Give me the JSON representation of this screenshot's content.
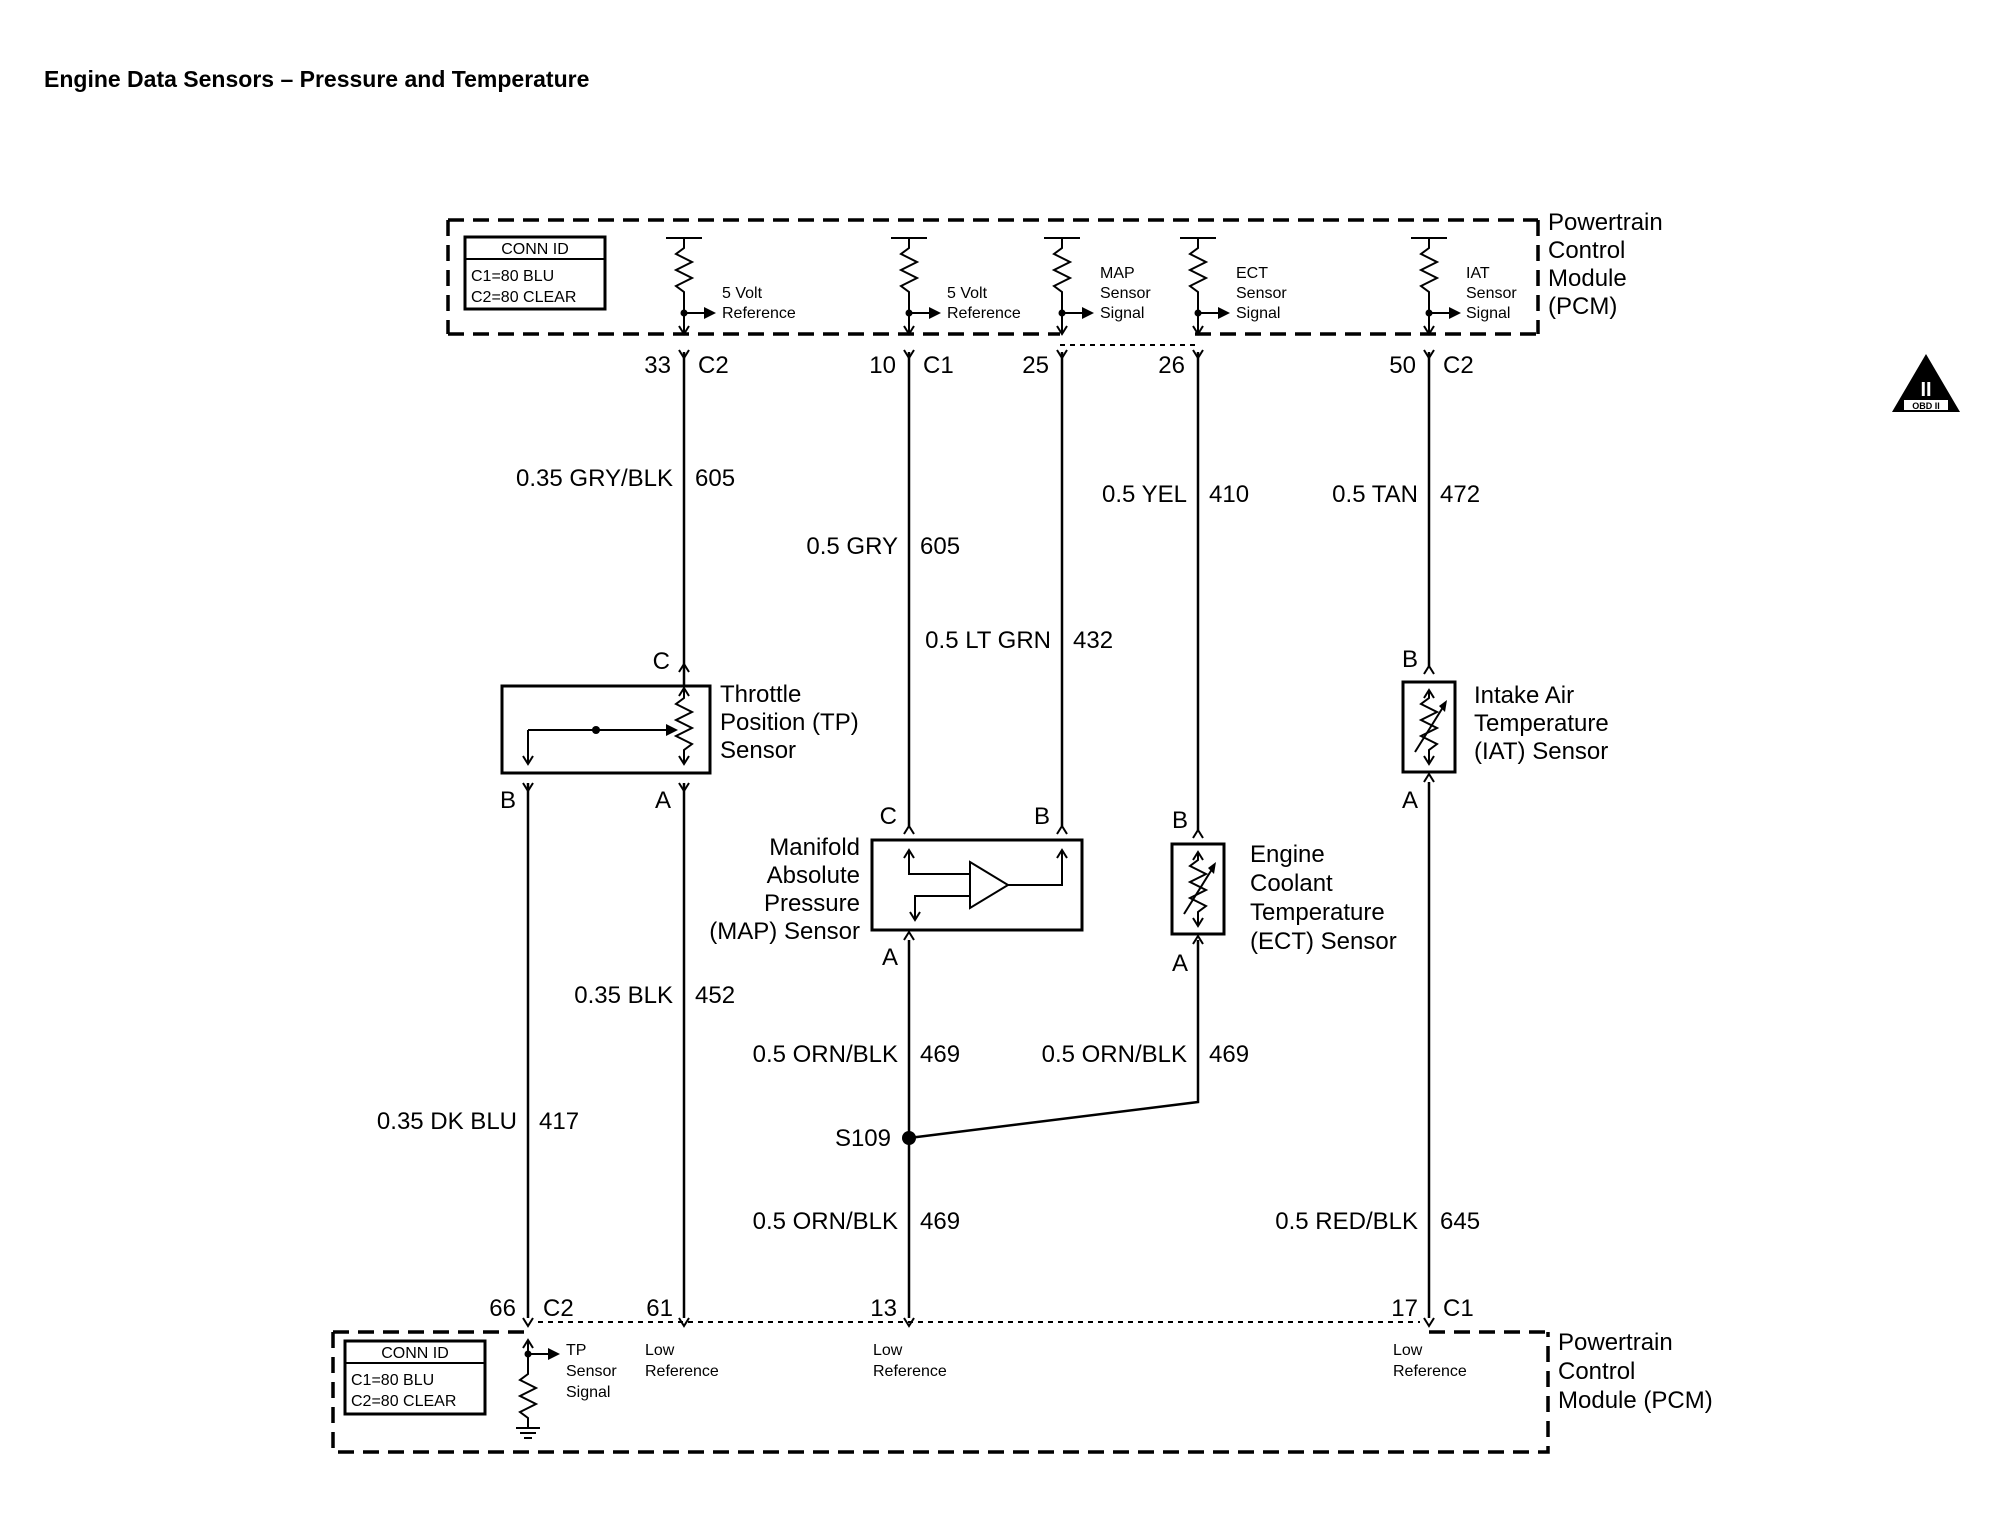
{
  "title": "Engine Data Sensors – Pressure and Temperature",
  "pcm_top": {
    "name_lines": [
      "Powertrain",
      "Control",
      "Module",
      "(PCM)"
    ],
    "conn_id": {
      "header": "CONN ID",
      "c1": "C1=80 BLU",
      "c2": "C2=80 CLEAR"
    },
    "circuits": [
      {
        "lines": [
          "5 Volt",
          "Reference"
        ]
      },
      {
        "lines": [
          "5 Volt",
          "Reference"
        ]
      },
      {
        "lines": [
          "MAP",
          "Sensor",
          "Signal"
        ]
      },
      {
        "lines": [
          "ECT",
          "Sensor",
          "Signal"
        ]
      },
      {
        "lines": [
          "IAT",
          "Sensor",
          "Signal"
        ]
      }
    ],
    "pins": [
      {
        "pin": "33",
        "conn": "C2"
      },
      {
        "pin": "10",
        "conn": "C1"
      },
      {
        "pin": "25",
        "conn": ""
      },
      {
        "pin": "26",
        "conn": ""
      },
      {
        "pin": "50",
        "conn": "C2"
      }
    ]
  },
  "wires": [
    {
      "color": "0.35 GRY/BLK",
      "circuit": "605"
    },
    {
      "color": "0.5 GRY",
      "circuit": "605"
    },
    {
      "color": "0.5 LT GRN",
      "circuit": "432"
    },
    {
      "color": "0.5 YEL",
      "circuit": "410"
    },
    {
      "color": "0.5 TAN",
      "circuit": "472"
    },
    {
      "color": "0.35 BLK",
      "circuit": "452"
    },
    {
      "color": "0.35 DK BLU",
      "circuit": "417"
    },
    {
      "color": "0.5 ORN/BLK",
      "circuit": "469"
    },
    {
      "color": "0.5 ORN/BLK",
      "circuit": "469"
    },
    {
      "color": "0.5 ORN/BLK",
      "circuit": "469"
    },
    {
      "color": "0.5 RED/BLK",
      "circuit": "645"
    }
  ],
  "sensors": {
    "tp": {
      "lines": [
        "Throttle",
        "Position (TP)",
        "Sensor"
      ],
      "pin_c": "C",
      "pin_b": "B",
      "pin_a": "A"
    },
    "map": {
      "lines": [
        "Manifold",
        "Absolute",
        "Pressure",
        "(MAP) Sensor"
      ],
      "pin_c": "C",
      "pin_b": "B",
      "pin_a": "A"
    },
    "ect": {
      "lines": [
        "Engine",
        "Coolant",
        "Temperature",
        "(ECT) Sensor"
      ],
      "pin_b": "B",
      "pin_a": "A"
    },
    "iat": {
      "lines": [
        "Intake Air",
        "Temperature",
        "(IAT) Sensor"
      ],
      "pin_b": "B",
      "pin_a": "A"
    }
  },
  "splice": "S109",
  "pcm_bottom": {
    "name_lines": [
      "Powertrain",
      "Control",
      "Module (PCM)"
    ],
    "conn_id": {
      "header": "CONN ID",
      "c1": "C1=80 BLU",
      "c2": "C2=80 CLEAR"
    },
    "circuits": [
      {
        "lines": [
          "TP",
          "Sensor",
          "Signal"
        ]
      },
      {
        "lines": [
          "Low",
          "Reference"
        ]
      },
      {
        "lines": [
          "Low",
          "Reference"
        ]
      },
      {
        "lines": [
          "Low",
          "Reference"
        ]
      }
    ],
    "pins": [
      {
        "pin": "66",
        "conn": "C2"
      },
      {
        "pin": "61",
        "conn": ""
      },
      {
        "pin": "13",
        "conn": ""
      },
      {
        "pin": "17",
        "conn": "C1"
      }
    ]
  },
  "obd_badge": {
    "numeral": "II",
    "text": "OBD II"
  }
}
